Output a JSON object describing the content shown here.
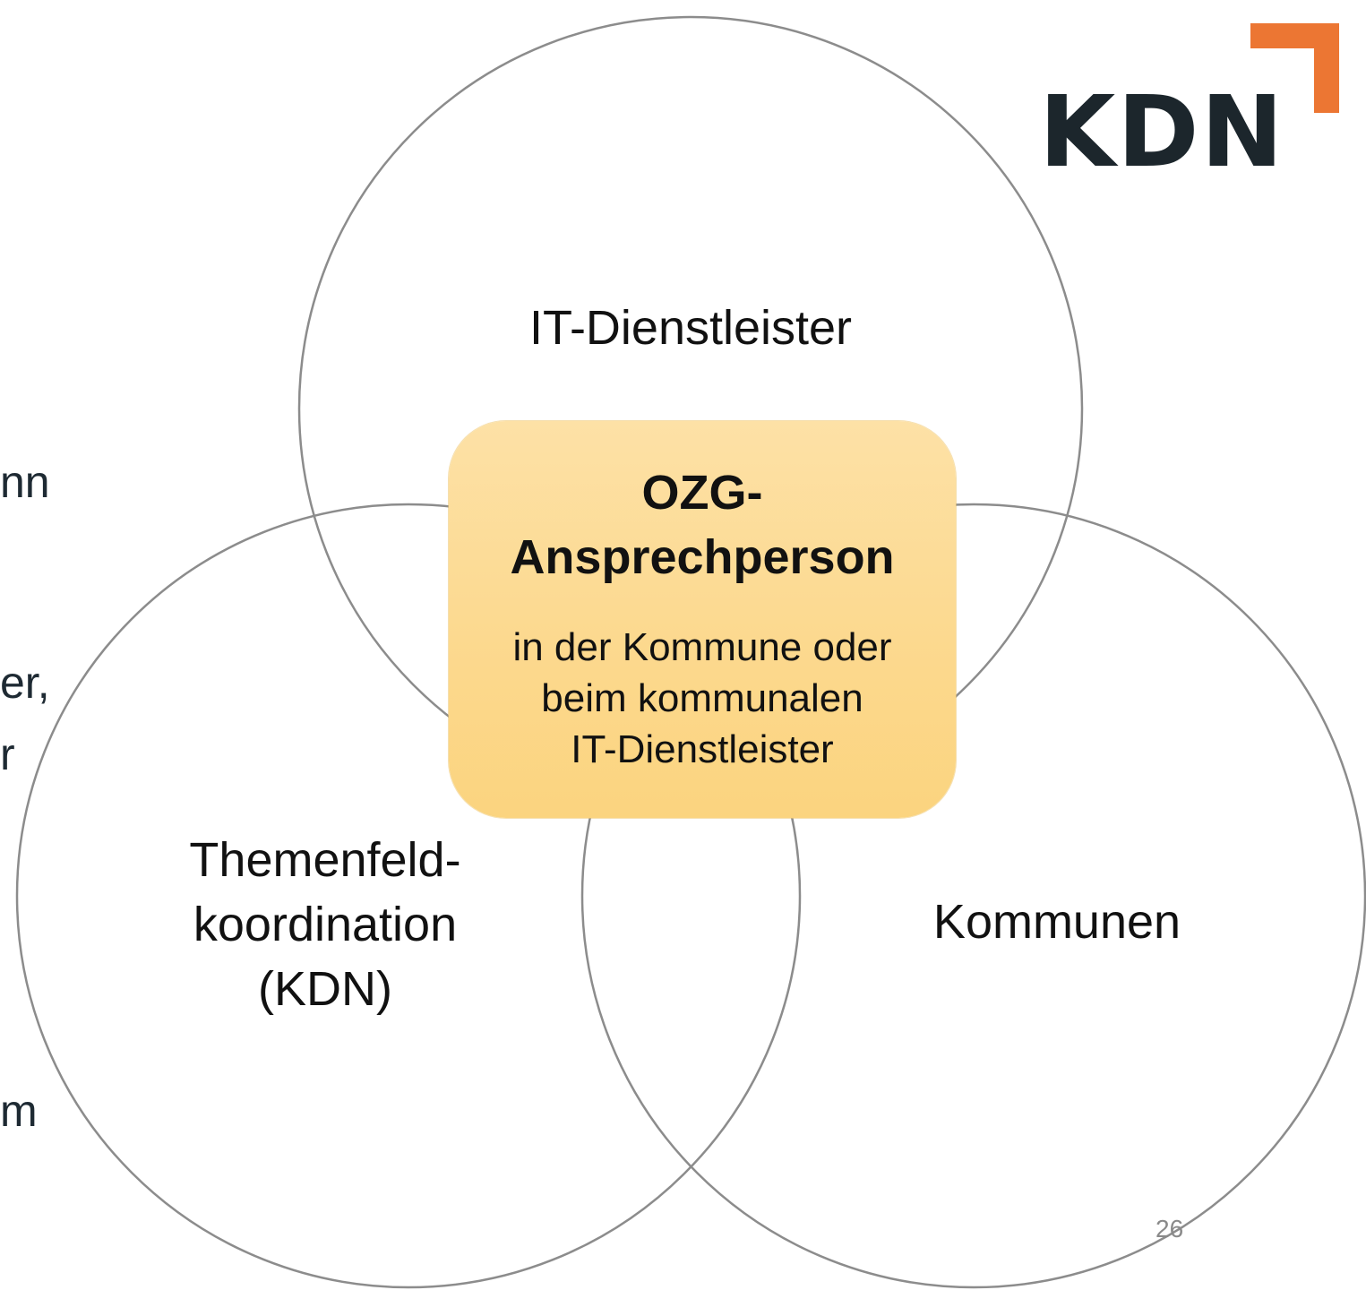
{
  "logo": {
    "text": "KDN",
    "accent_color": "#ec7633",
    "text_color": "#1c262c"
  },
  "venn": {
    "circles": [
      {
        "label": "IT-Dienstleister"
      },
      {
        "label_lines": [
          "Themenfeld-",
          "koordination",
          "(KDN)"
        ]
      },
      {
        "label": "Kommunen"
      }
    ],
    "outline_color": "#8c8c8c"
  },
  "center": {
    "title_lines": [
      "OZG-",
      "Ansprechperson"
    ],
    "subtitle_lines": [
      "in der Kommune oder",
      "beim kommunalen",
      "IT-Dienstleister"
    ],
    "fill_color": "#fcd98f"
  },
  "edge_fragments": [
    "nn",
    "er,",
    "r",
    "m"
  ],
  "page_number": "26"
}
